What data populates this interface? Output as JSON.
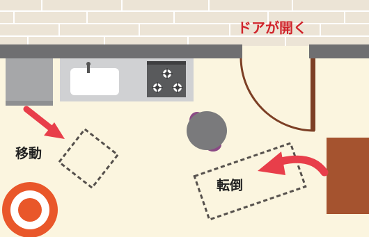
{
  "labels": {
    "door_opens": "ドアが開く",
    "move": "移動",
    "fall": "転倒"
  },
  "colors": {
    "floor": "#fbf5df",
    "brick_light": "#ece4d6",
    "mortar": "#ffffff",
    "counter": "#6f6f71",
    "cabinet": "#a6a7a9",
    "sink_cabinet": "#d0d1d3",
    "door_frame": "#7c3f25",
    "door_label": "#d0242b",
    "arrow": "#e83e4a",
    "target": "#e9572a",
    "furniture": "#a5532f"
  },
  "icons": [
    "sink-icon",
    "gas-stove-icon",
    "person-topview-icon",
    "target-icon",
    "arrow-icon"
  ]
}
